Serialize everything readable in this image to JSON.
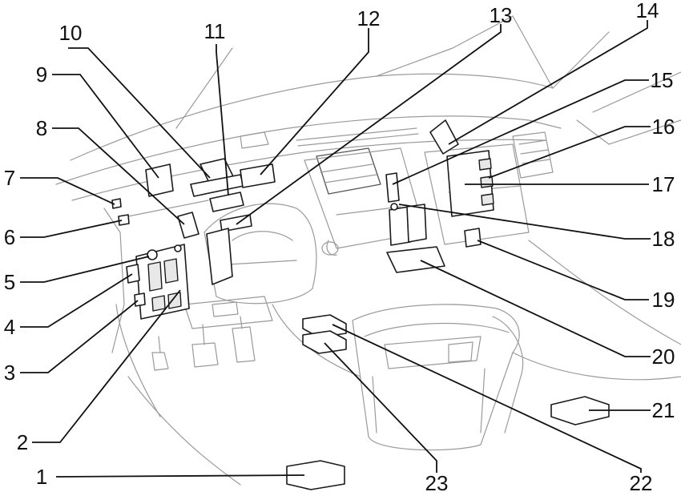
{
  "callouts": [
    {
      "id": 1,
      "label": "1"
    },
    {
      "id": 2,
      "label": "2"
    },
    {
      "id": 3,
      "label": "3"
    },
    {
      "id": 4,
      "label": "4"
    },
    {
      "id": 5,
      "label": "5"
    },
    {
      "id": 6,
      "label": "6"
    },
    {
      "id": 7,
      "label": "7"
    },
    {
      "id": 8,
      "label": "8"
    },
    {
      "id": 9,
      "label": "9"
    },
    {
      "id": 10,
      "label": "10"
    },
    {
      "id": 11,
      "label": "11"
    },
    {
      "id": 12,
      "label": "12"
    },
    {
      "id": 13,
      "label": "13"
    },
    {
      "id": 14,
      "label": "14"
    },
    {
      "id": 15,
      "label": "15"
    },
    {
      "id": 16,
      "label": "16"
    },
    {
      "id": 17,
      "label": "17"
    },
    {
      "id": 18,
      "label": "18"
    },
    {
      "id": 19,
      "label": "19"
    },
    {
      "id": 20,
      "label": "20"
    },
    {
      "id": 21,
      "label": "21"
    },
    {
      "id": 22,
      "label": "22"
    },
    {
      "id": 23,
      "label": "23"
    }
  ]
}
